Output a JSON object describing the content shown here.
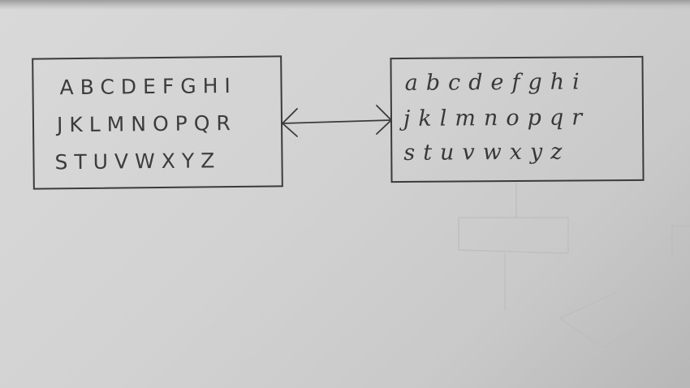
{
  "uppercase_box": {
    "rows": [
      "ABCDEFGHI",
      "JKLMNOPQR",
      "STUVWXYZ"
    ]
  },
  "lowercase_box": {
    "rows": [
      "abcdefghi",
      "jklmnopqr",
      "stuvwxyz"
    ]
  },
  "connector": {
    "style": "double-headed-arrow"
  },
  "colors": {
    "paper": "#d2d2d2",
    "ink": "#3b3b3b"
  }
}
